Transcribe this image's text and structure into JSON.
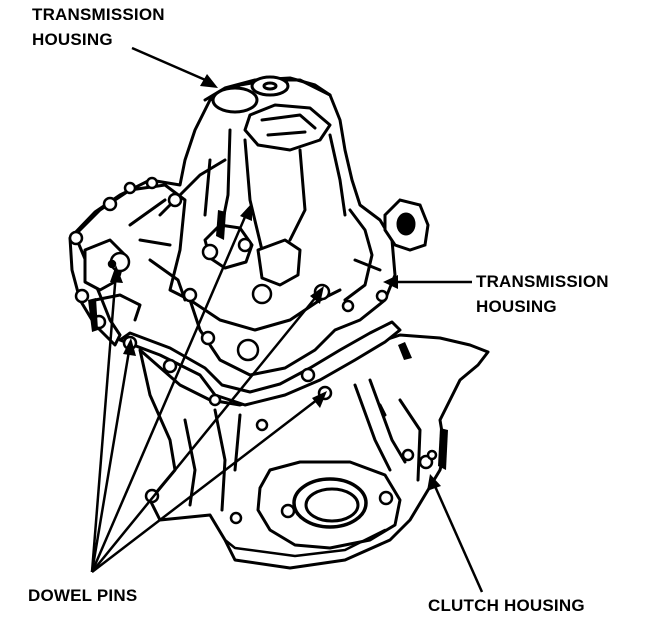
{
  "labels": {
    "transmission_housing_top": {
      "line1": "TRANSMISSION",
      "line2": "HOUSING"
    },
    "transmission_housing_right": {
      "line1": "TRANSMISSION",
      "line2": "HOUSING"
    },
    "dowel_pins": "DOWEL PINS",
    "clutch_housing": "CLUTCH HOUSING"
  },
  "colors": {
    "ink": "#000000",
    "paper": "#ffffff"
  }
}
